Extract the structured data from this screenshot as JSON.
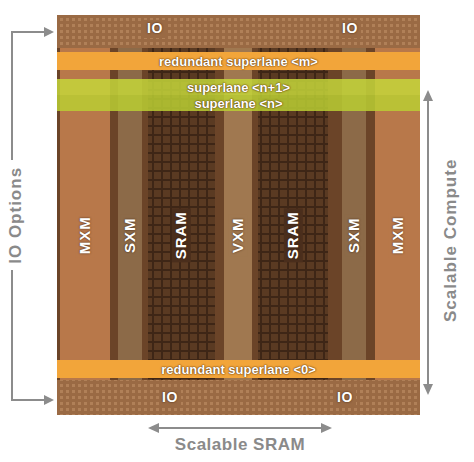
{
  "diagram": {
    "nodes": [
      {
        "text": [
          "redundant superlane <m>"
        ]
      },
      {
        "text": [
          "superlane <n+1>"
        ]
      },
      {
        "text": [
          "superlane <n>"
        ]
      },
      {
        "text": [
          "redundant superlane <0>"
        ]
      }
    ],
    "labels": [
      "IO",
      "IO",
      "MXM",
      "SXM",
      "SRAM",
      "VXM",
      "SRAM",
      "SXM",
      "MXM",
      "IO",
      "IO",
      "IO Options",
      "Scalable Compute",
      "Scalable SRAM"
    ]
  }
}
